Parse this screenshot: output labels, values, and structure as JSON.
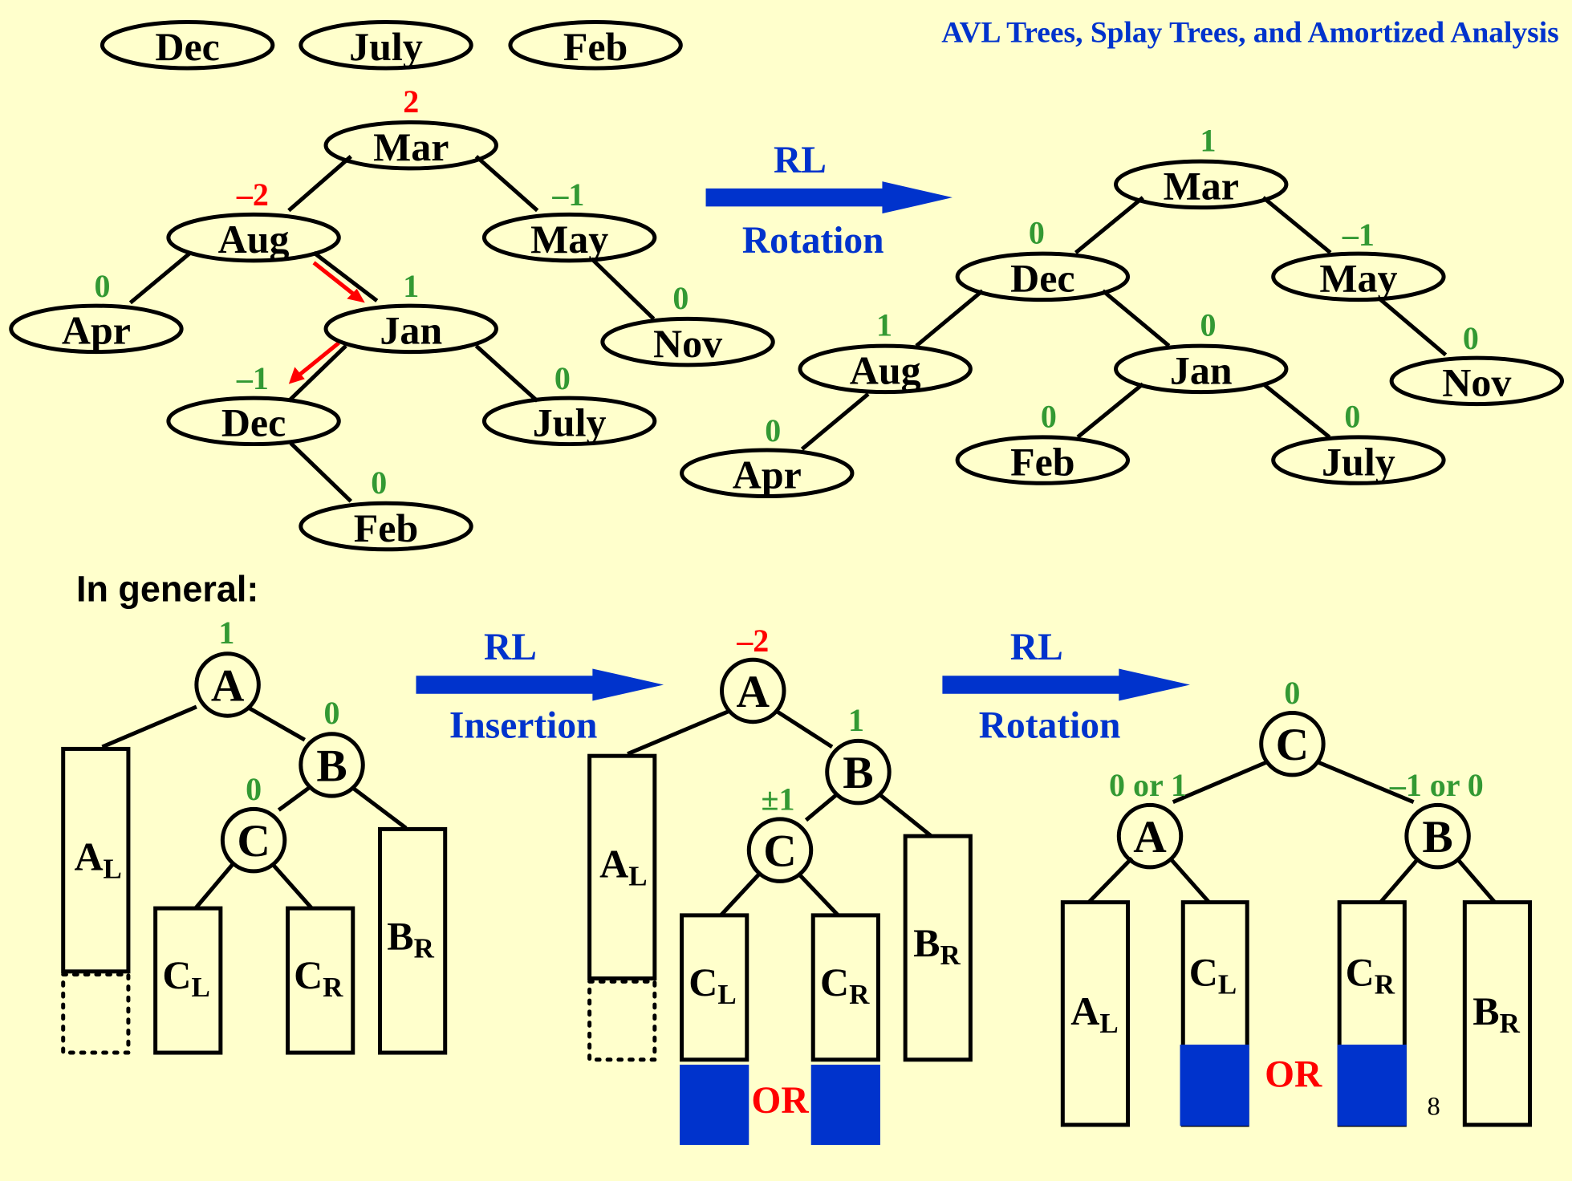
{
  "title": "AVL Trees, Splay Trees, and Amortized Analysis",
  "page_number": "8",
  "colors": {
    "background": "#FFFFCC",
    "blue": "#0033CC",
    "green": "#339933",
    "red": "#FF0000",
    "black": "#000000"
  },
  "pending_insertions": [
    "Dec",
    "July",
    "Feb"
  ],
  "example": {
    "before_tree": {
      "nodes": [
        {
          "id": "mar",
          "label": "Mar",
          "balance": "2",
          "balance_color": "red"
        },
        {
          "id": "aug",
          "label": "Aug",
          "balance": "–2",
          "balance_color": "red"
        },
        {
          "id": "may",
          "label": "May",
          "balance": "–1",
          "balance_color": "green"
        },
        {
          "id": "apr",
          "label": "Apr",
          "balance": "0",
          "balance_color": "green"
        },
        {
          "id": "jan",
          "label": "Jan",
          "balance": "1",
          "balance_color": "green"
        },
        {
          "id": "nov",
          "label": "Nov",
          "balance": "0",
          "balance_color": "green"
        },
        {
          "id": "dec",
          "label": "Dec",
          "balance": "–1",
          "balance_color": "green"
        },
        {
          "id": "july",
          "label": "July",
          "balance": "0",
          "balance_color": "green"
        },
        {
          "id": "feb",
          "label": "Feb",
          "balance": "0",
          "balance_color": "green"
        }
      ]
    },
    "transition": {
      "top": "RL",
      "bottom": "Rotation"
    },
    "after_tree": {
      "nodes": [
        {
          "id": "mar",
          "label": "Mar",
          "balance": "1"
        },
        {
          "id": "dec",
          "label": "Dec",
          "balance": "0"
        },
        {
          "id": "may",
          "label": "May",
          "balance": "–1"
        },
        {
          "id": "aug",
          "label": "Aug",
          "balance": "1"
        },
        {
          "id": "jan",
          "label": "Jan",
          "balance": "0"
        },
        {
          "id": "nov",
          "label": "Nov",
          "balance": "0"
        },
        {
          "id": "apr",
          "label": "Apr",
          "balance": "0"
        },
        {
          "id": "feb",
          "label": "Feb",
          "balance": "0"
        },
        {
          "id": "july",
          "label": "July",
          "balance": "0"
        }
      ]
    }
  },
  "general": {
    "heading": "In general:",
    "stage1": {
      "A": {
        "label": "A",
        "balance": "1"
      },
      "B": {
        "label": "B",
        "balance": "0"
      },
      "C": {
        "label": "C",
        "balance": "0"
      },
      "subtrees": {
        "AL": {
          "main": "A",
          "sub": "L"
        },
        "CL": {
          "main": "C",
          "sub": "L"
        },
        "CR": {
          "main": "C",
          "sub": "R"
        },
        "BR": {
          "main": "B",
          "sub": "R"
        }
      }
    },
    "transition1": {
      "top": "RL",
      "bottom": "Insertion"
    },
    "stage2": {
      "A": {
        "label": "A",
        "balance": "–2"
      },
      "B": {
        "label": "B",
        "balance": "1"
      },
      "C": {
        "label": "C",
        "balance": "±1"
      },
      "subtrees": {
        "AL": {
          "main": "A",
          "sub": "L"
        },
        "CL": {
          "main": "C",
          "sub": "L"
        },
        "CR": {
          "main": "C",
          "sub": "R"
        },
        "BR": {
          "main": "B",
          "sub": "R"
        }
      },
      "or_label": "OR"
    },
    "transition2": {
      "top": "RL",
      "bottom": "Rotation"
    },
    "stage3": {
      "C": {
        "label": "C",
        "balance": "0"
      },
      "A": {
        "label": "A",
        "balance": "0 or 1"
      },
      "B": {
        "label": "B",
        "balance": "–1 or 0"
      },
      "subtrees": {
        "AL": {
          "main": "A",
          "sub": "L"
        },
        "CL": {
          "main": "C",
          "sub": "L"
        },
        "CR": {
          "main": "C",
          "sub": "R"
        },
        "BR": {
          "main": "B",
          "sub": "R"
        }
      },
      "or_label": "OR"
    }
  }
}
